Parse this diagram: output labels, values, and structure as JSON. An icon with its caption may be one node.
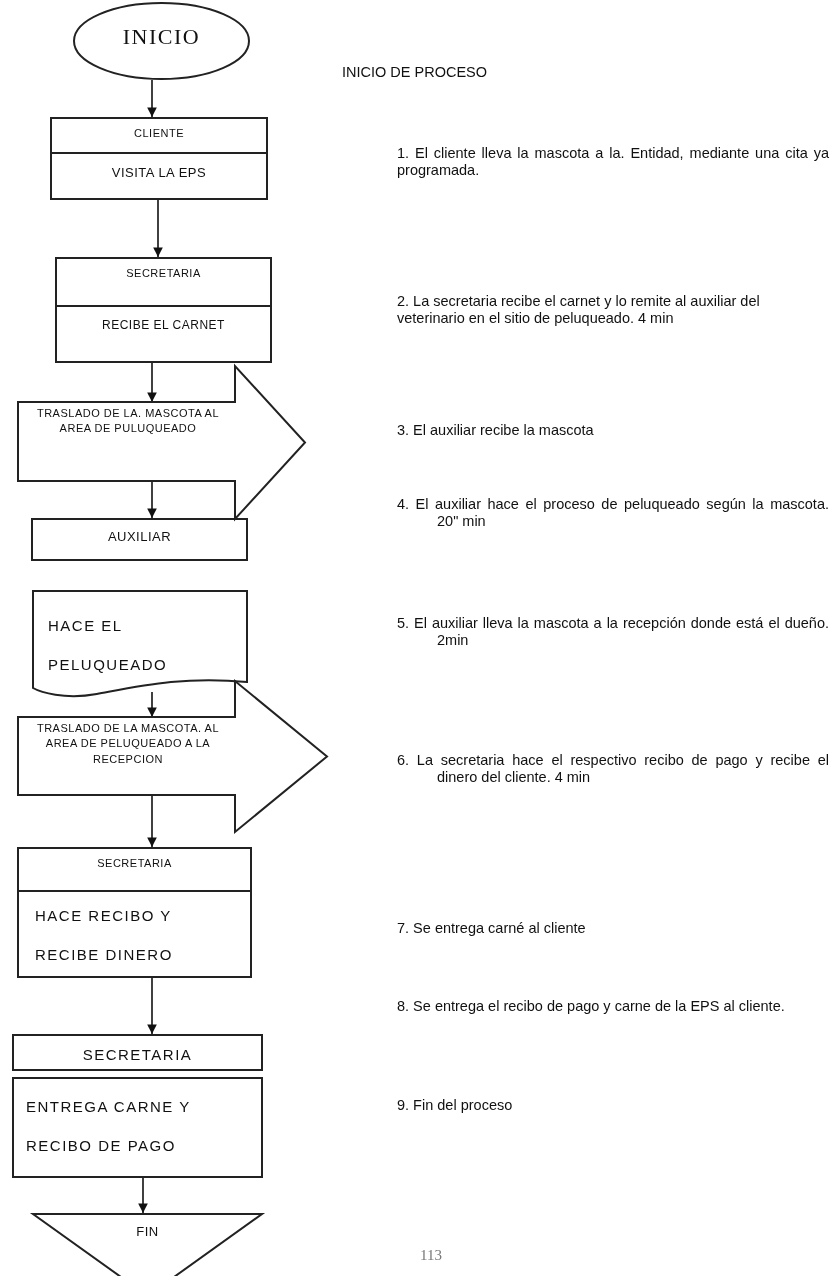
{
  "diagram": {
    "nodes": [
      {
        "text": [
          "INICIO"
        ]
      },
      {
        "text": [
          "CLIENTE",
          "VISITA LA EPS"
        ]
      },
      {
        "text": [
          "SECRETARIA",
          "RECIBE EL CARNET"
        ]
      },
      {
        "text": [
          "TRASLADO DE LA. MASCOTA AL AREA DE PULUQUEADO"
        ]
      },
      {
        "text": [
          "AUXILIAR"
        ]
      },
      {
        "text": [
          "HACE EL PELUQUEADO"
        ]
      },
      {
        "text": [
          "TRASLADO DE LA MASCOTA. AL AREA DE PELUQUEADO A LA RECEPCION"
        ]
      },
      {
        "text": [
          "SECRETARIA",
          "HACE RECIBO Y RECIBE DINERO"
        ]
      },
      {
        "text": [
          "SECRETARIA"
        ]
      },
      {
        "text": [
          "ENTREGA CARNE Y RECIBO DE PAGO"
        ]
      },
      {
        "text": [
          "FIN"
        ]
      }
    ],
    "edges": [
      {
        "from": 0,
        "to": 1,
        "arrow": "to"
      },
      {
        "from": 1,
        "to": 2,
        "arrow": "to"
      },
      {
        "from": 2,
        "to": 3,
        "arrow": "to"
      },
      {
        "from": 3,
        "to": 4,
        "arrow": "to"
      },
      {
        "from": 5,
        "to": 6,
        "arrow": "to"
      },
      {
        "from": 6,
        "to": 7,
        "arrow": "to"
      },
      {
        "from": 7,
        "to": 8,
        "arrow": "to"
      },
      {
        "from": 9,
        "to": 10,
        "arrow": "to"
      }
    ],
    "labels": [
      "INICIO DE PROCESO",
      "1. El cliente lleva la mascota a la. Entidad, mediante una cita ya programada.",
      "2. La secretaria recibe el carnet y lo remite al auxiliar del veterinario en el sitio de peluqueado. 4 min",
      "3. El auxiliar recibe la mascota",
      "4. El auxiliar hace el proceso de peluqueado según la mascota. 20\" min",
      "5. El auxiliar lleva la mascota a la recepción donde está el dueño. 2min",
      "6. La secretaria hace el respectivo recibo de pago y recibe el dinero del cliente. 4 min",
      "7. Se entrega carné al cliente",
      "8. Se entrega el recibo de pago y carne de la EPS al cliente.",
      "9. Fin del proceso",
      "113"
    ]
  }
}
